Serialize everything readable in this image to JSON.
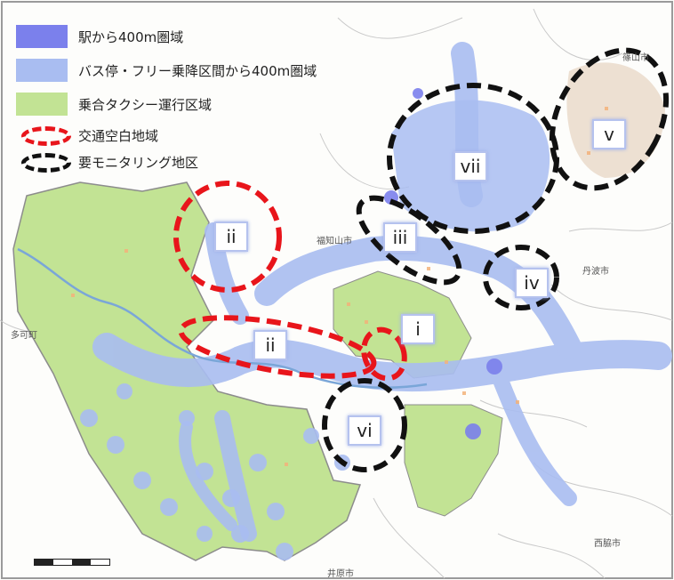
{
  "legend": {
    "station_400m": "駅から400m圏域",
    "bus_400m": "バス停・フリー乗降区間から400m圏域",
    "taxi_area": "乗合タクシー運行区域",
    "gap_area": "交通空白地域",
    "monitor_area": "要モニタリング地区"
  },
  "colors": {
    "station_400m": "#7b80ec",
    "bus_400m": "#a9bdf1",
    "taxi_area": "#c2e394",
    "gap_ring": "#e8151b",
    "monitor_ring": "#111111"
  },
  "zones": {
    "z1": "i",
    "z2a": "ii",
    "z2b": "ii",
    "z3": "iii",
    "z4": "iv",
    "z5": "v",
    "z6": "vi",
    "z7": "vii"
  },
  "places": {
    "p1": "篠山市",
    "p2": "丹波市",
    "p3": "西脇市",
    "p4": "井原市",
    "p5": "多可町",
    "p6": "福知山市"
  }
}
